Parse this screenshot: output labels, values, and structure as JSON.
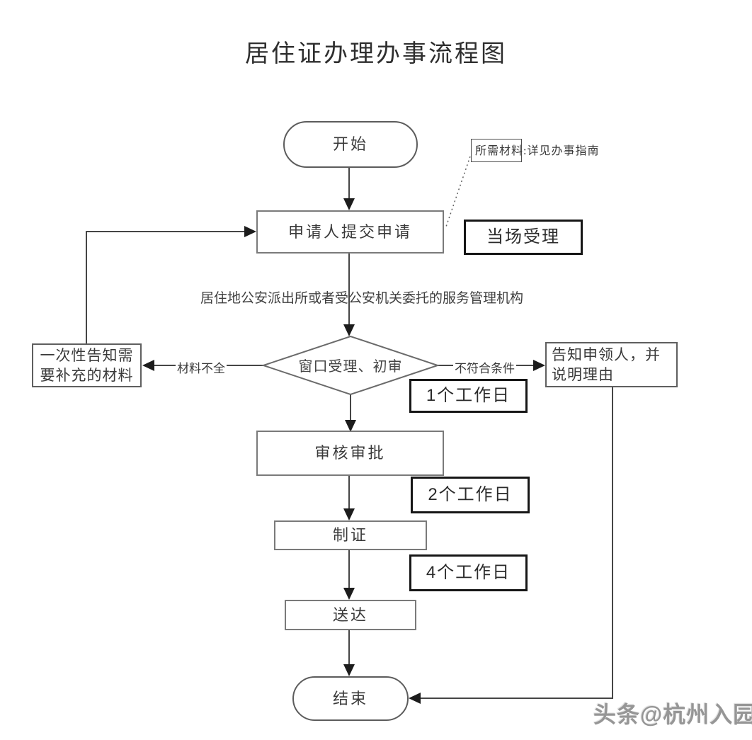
{
  "title": "居住证办理办事流程图",
  "watermark": "头条@杭州入园",
  "annotation": {
    "label": "所需材料:详见办事指南"
  },
  "nodes": {
    "start": {
      "label": "开始",
      "type": "terminator"
    },
    "submit": {
      "label": "申请人提交申请",
      "type": "process"
    },
    "onsite": {
      "label": "当场受理",
      "type": "callout"
    },
    "org_note": {
      "label": "居住地公安派出所或者受公安机关委托的服务管理机构",
      "type": "note"
    },
    "decision": {
      "label": "窗口受理、初审",
      "type": "decision"
    },
    "supplement": {
      "label": "一次性告知需要补充的材料",
      "type": "process"
    },
    "notify": {
      "label": "告知申领人，并说明理由",
      "type": "process"
    },
    "review": {
      "label": "审核审批",
      "type": "process"
    },
    "make_card": {
      "label": "制证",
      "type": "process"
    },
    "deliver": {
      "label": "送达",
      "type": "process"
    },
    "end": {
      "label": "结束",
      "type": "terminator"
    }
  },
  "durations": {
    "step1": "1个工作日",
    "step2": "2个工作日",
    "step3": "4个工作日"
  },
  "edge_labels": {
    "materials_incomplete": "材料不全",
    "not_eligible": "不符合条件"
  },
  "colors": {
    "background": "#ffffff",
    "line": "#454545",
    "arrowhead": "#1c1c1c",
    "process_border": "#7a7a7a",
    "callout_border": "#161616",
    "text": "#3a3a3a",
    "watermark": "#969696"
  }
}
